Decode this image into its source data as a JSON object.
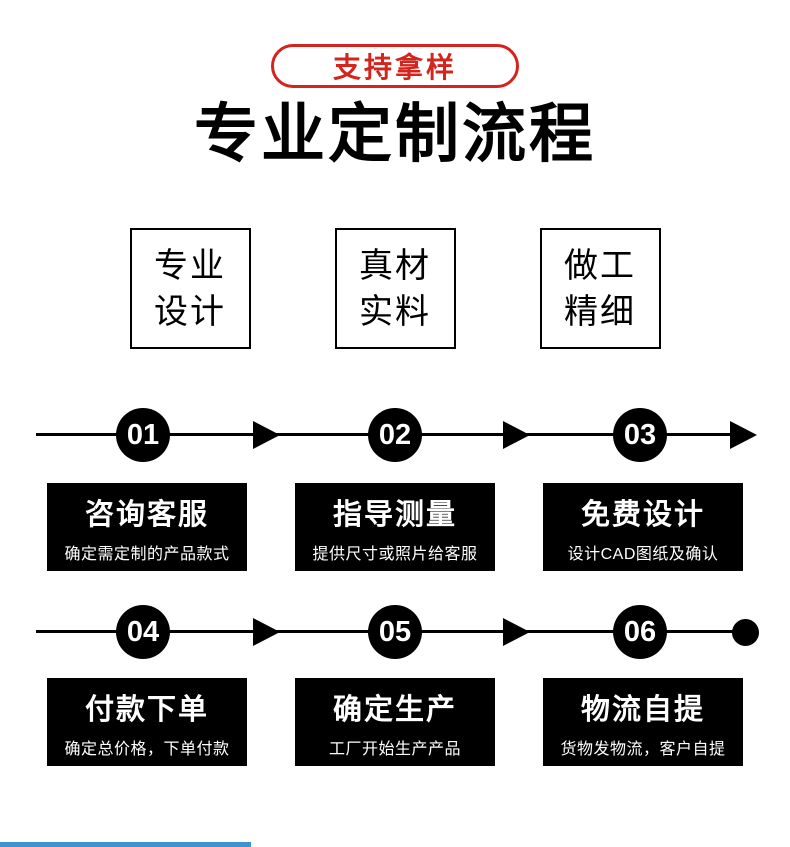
{
  "badge": {
    "label": "支持拿样"
  },
  "title": "专业定制流程",
  "features": [
    {
      "line1": "专业",
      "line2": "设计"
    },
    {
      "line1": "真材",
      "line2": "实料"
    },
    {
      "line1": "做工",
      "line2": "精细"
    }
  ],
  "steps": [
    {
      "number": "01",
      "title": "咨询客服",
      "subtitle": "确定需定制的产品款式"
    },
    {
      "number": "02",
      "title": "指导测量",
      "subtitle": "提供尺寸或照片给客服"
    },
    {
      "number": "03",
      "title": "免费设计",
      "subtitle": "设计CAD图纸及确认"
    },
    {
      "number": "04",
      "title": "付款下单",
      "subtitle": "确定总价格，下单付款"
    },
    {
      "number": "05",
      "title": "确定生产",
      "subtitle": "工厂开始生产产品"
    },
    {
      "number": "06",
      "title": "物流自提",
      "subtitle": "货物发物流，客户自提"
    }
  ],
  "colors": {
    "accent_red": "#d3241d",
    "step_black": "#000000",
    "text_white": "#ffffff",
    "bottom_bar_blue": "#3d94d1"
  }
}
